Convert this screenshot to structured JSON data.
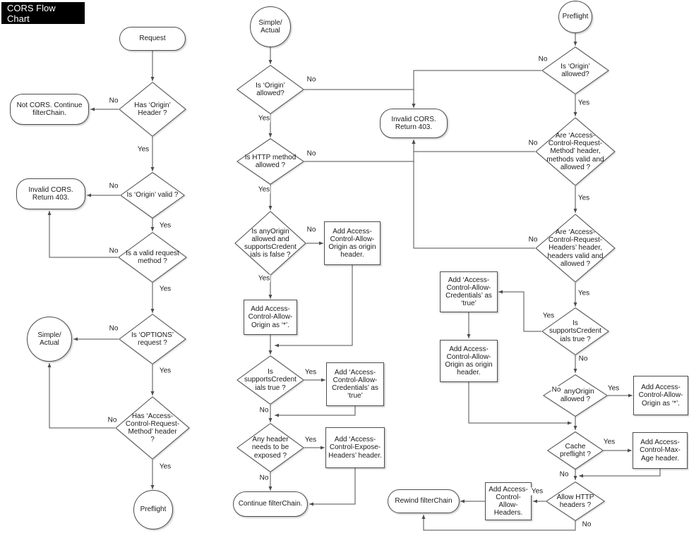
{
  "title": "CORS Flow Chart",
  "colors": {
    "background": "#ffffff",
    "node_fill": "#ffffff",
    "node_border": "#4d4d4d",
    "line": "#4d4d4d",
    "text": "#1a1a1a",
    "title_bg": "#000000",
    "title_fg": "#ffffff"
  },
  "edge_labels": {
    "yes": "Yes",
    "no": "No"
  },
  "nodes": {
    "c1_request": {
      "label": "Request"
    },
    "c1_has_origin": {
      "label": "Has ‘Origin’\nHeader ?"
    },
    "c1_not_cors": {
      "label": "Not CORS. Continue\nfilterChain."
    },
    "c1_invalid": {
      "label": "Invalid CORS.\nReturn 403."
    },
    "c1_origin_valid": {
      "label": "Is ‘Origin’ valid ?"
    },
    "c1_valid_method": {
      "label": "Is a valid request\nmethod ?"
    },
    "c1_simple_actual": {
      "label": "Simple/\nActual"
    },
    "c1_options": {
      "label": "Is ‘OPTIONS’\nrequest ?"
    },
    "c1_acrm": {
      "label": "Has ‘Access-\nControl-Request-\nMethod’ header\n?"
    },
    "c1_preflight": {
      "label": "Preflight"
    },
    "c2_simple_actual": {
      "label": "Simple/\nActual"
    },
    "c2_origin_allowed": {
      "label": "Is ‘Origin’\nallowed?"
    },
    "c2_invalid": {
      "label": "Invalid CORS.\nReturn 403."
    },
    "c2_http_method": {
      "label": "Is HTTP method\nallowed ?"
    },
    "c2_anyorigin_cred": {
      "label": "Is anyOrigin\nallowed and\nsupportsCredent\nials is false ?"
    },
    "c2_add_origin_header": {
      "label": "Add Access-\nControl-Allow-\nOrigin as origin\nheader."
    },
    "c2_add_star": {
      "label": "Add Access-\nControl-Allow-\nOrigin as ‘*’."
    },
    "c2_supports_cred": {
      "label": "Is\nsupportsCredent\nials true ?"
    },
    "c2_add_credentials": {
      "label": "Add ‘Access-\nControl-Allow-\nCredentials’ as\n‘true’"
    },
    "c2_any_header": {
      "label": "Any header\nneeds to be\nexposed ?"
    },
    "c2_add_expose": {
      "label": "Add ‘Access-\nControl-Expose-\nHeaders’ header."
    },
    "c2_continue": {
      "label": "Continue filterChain."
    },
    "c3_preflight": {
      "label": "Preflight"
    },
    "c3_origin_allowed": {
      "label": "Is ‘Origin’\nallowed?"
    },
    "c3_acrm_valid": {
      "label": "Are ‘Access-\nControl-Request-\nMethod’ header,\nmethods  valid and\nallowed ?"
    },
    "c3_acrh_valid": {
      "label": "Are ‘Access-\nControl-Request-\nHeaders’ header,\nheaders valid and\nallowed ?"
    },
    "c3_add_credentials": {
      "label": "Add ‘Access-\nControl-Allow-\nCredentials’ as\n‘true’"
    },
    "c3_supports_cred": {
      "label": "Is\nsupportsCredent\nials true ?"
    },
    "c3_add_origin_header": {
      "label": "Add Access-\nControl-Allow-\nOrigin as origin\nheader."
    },
    "c3_anyorigin": {
      "label": "Is anyOrigin\nallowed ?"
    },
    "c3_add_star": {
      "label": "Add Access-\nControl-Allow-\nOrigin as ‘*’."
    },
    "c3_cache": {
      "label": "Cache\npreflight ?"
    },
    "c3_add_maxage": {
      "label": "Add Access-\nControl-Max-\nAge header."
    },
    "c3_allow_http": {
      "label": "Allow HTTP\nheaders ?"
    },
    "c3_add_allow_headers": {
      "label": "Add Access-\nControl-\nAllow-\nHeaders."
    },
    "c3_rewind": {
      "label": "Rewind filterChain"
    }
  }
}
